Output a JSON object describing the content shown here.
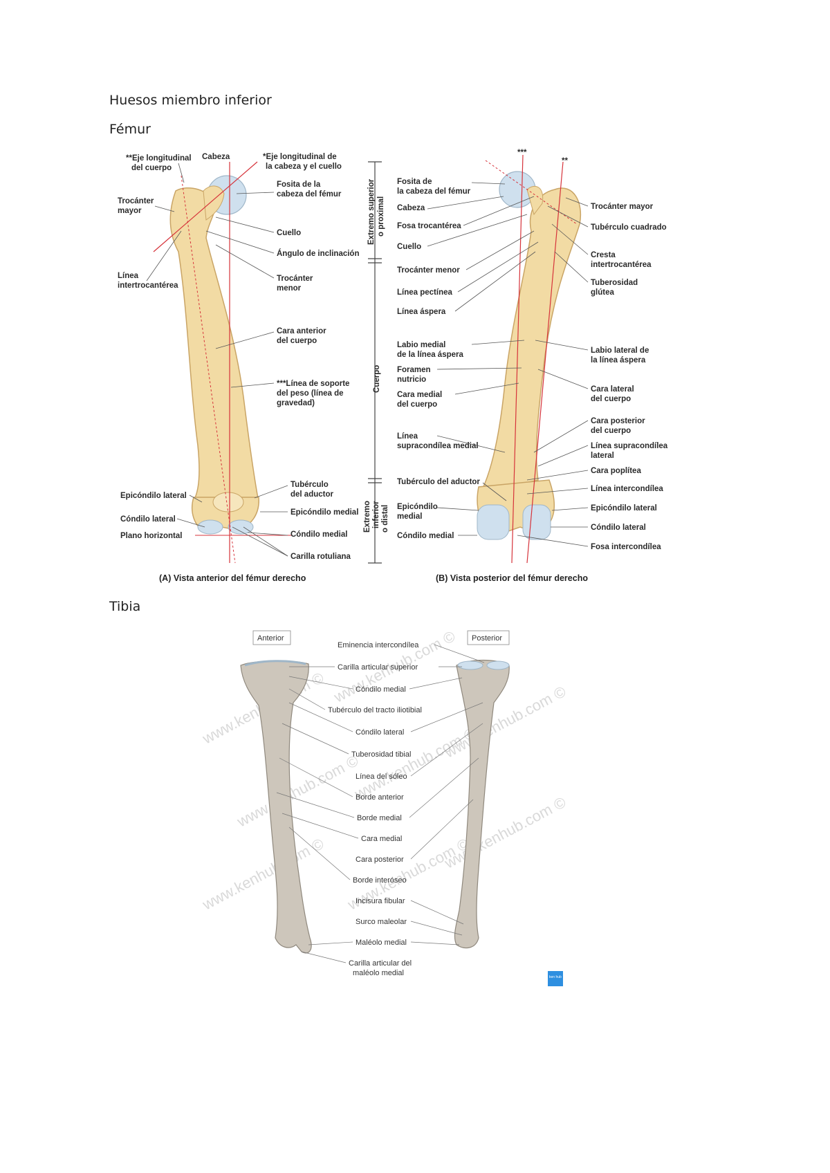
{
  "headings": {
    "main": "Huesos miembro inferior",
    "femur": "Fémur",
    "tibia": "Tibia"
  },
  "femur_figure": {
    "anterior_labels": {
      "eje_cuerpo_1": "**Eje longitudinal",
      "eje_cuerpo_2": "del cuerpo",
      "cabeza": "Cabeza",
      "eje_cabeza_1": "*Eje longitudinal de",
      "eje_cabeza_2": "la cabeza y el cuello",
      "trocanter_mayor_1": "Trocánter",
      "trocanter_mayor_2": "mayor",
      "fosita_1": "Fosita de la",
      "fosita_2": "cabeza del fémur",
      "cuello": "Cuello",
      "angulo": "Ángulo de inclinación",
      "linea_intertroc_1": "Línea",
      "linea_intertroc_2": "intertrocantérea",
      "trocanter_menor_1": "Trocánter",
      "trocanter_menor_2": "menor",
      "cara_anterior_1": "Cara anterior",
      "cara_anterior_2": "del cuerpo",
      "linea_soporte_1": "***Línea de soporte",
      "linea_soporte_2": "del peso (línea de",
      "linea_soporte_3": "gravedad)",
      "tuberculo_aductor_1": "Tubérculo",
      "tuberculo_aductor_2": "del aductor",
      "epicondilo_lateral": "Epicóndilo lateral",
      "epicondilo_medial": "Epicóndilo medial",
      "condilo_lateral": "Cóndilo lateral",
      "condilo_medial": "Cóndilo medial",
      "plano_horizontal": "Plano horizontal",
      "carilla_rotuliana": "Carilla rotuliana",
      "caption": "(A) Vista anterior del fémur derecho"
    },
    "region_labels": {
      "proximal_1": "Extremo superior",
      "proximal_2": "o proximal",
      "cuerpo": "Cuerpo",
      "distal_1": "Extremo",
      "distal_2": "inferior",
      "distal_3": "o distal"
    },
    "posterior_left_labels": {
      "fosita_1": "Fosita de",
      "fosita_2": "la cabeza del fémur",
      "cabeza": "Cabeza",
      "fosa_troc": "Fosa trocantérea",
      "cuello": "Cuello",
      "trocanter_menor": "Trocánter menor",
      "linea_pectinea": "Línea pectínea",
      "linea_aspera": "Línea áspera",
      "labio_medial_1": "Labio medial",
      "labio_medial_2": "de la línea áspera",
      "foramen_1": "Foramen",
      "foramen_2": "nutricio",
      "cara_medial_1": "Cara medial",
      "cara_medial_2": "del cuerpo",
      "linea_supra_medial_1": "Línea",
      "linea_supra_medial_2": "supracondílea medial",
      "tuberculo_aductor": "Tubérculo del aductor",
      "epicondilo_medial_1": "Epicóndilo",
      "epicondilo_medial_2": "medial",
      "condilo_medial": "Cóndilo medial"
    },
    "posterior_right_labels": {
      "trocanter_mayor": "Trocánter mayor",
      "tuberculo_cuadrado": "Tubérculo cuadrado",
      "cresta_1": "Cresta",
      "cresta_2": "intertrocantérea",
      "tuberosidad_1": "Tuberosidad",
      "tuberosidad_2": "glútea",
      "labio_lateral_1": "Labio lateral de",
      "labio_lateral_2": "la línea áspera",
      "cara_lateral_1": "Cara lateral",
      "cara_lateral_2": "del cuerpo",
      "cara_posterior_1": "Cara posterior",
      "cara_posterior_2": "del cuerpo",
      "linea_supra_lat_1": "Línea supracondílea",
      "linea_supra_lat_2": "lateral",
      "cara_poplitea": "Cara poplítea",
      "linea_intercondilea": "Línea intercondílea",
      "epicondilo_lateral": "Epicóndilo lateral",
      "condilo_lateral": "Cóndilo lateral",
      "fosa_intercondilea": "Fosa intercondílea",
      "caption": "(B) Vista posterior del fémur derecho"
    },
    "marks": {
      "three_star": "***",
      "two_star": "**"
    }
  },
  "tibia_figure": {
    "anterior_box": "Anterior",
    "posterior_box": "Posterior",
    "labels": [
      "Eminencia intercondílea",
      "Carilla articular superior",
      "Cóndilo medial",
      "Tubérculo del tracto iliotibial",
      "Cóndilo lateral",
      "Tuberosidad tibial",
      "Línea del sóleo",
      "Borde anterior",
      "Borde medial",
      "Cara medial",
      "Cara posterior",
      "Borde interóseo",
      "Incisura fibular",
      "Surco maleolar",
      "Maléolo medial"
    ],
    "last_label_1": "Carilla articular del",
    "last_label_2": "maléolo medial",
    "watermark": "www.kenhub.com ©",
    "logo_text": "ken hub"
  },
  "colors": {
    "bone_femur": "#f2dba4",
    "bone_femur_shade": "#d9b878",
    "cartilage": "#cfe0ee",
    "axis_red": "#d6323a",
    "bone_tibia": "#cdc6bb",
    "bone_tibia_shade": "#a9a196",
    "kenhub_blue": "#2e8fe0"
  }
}
